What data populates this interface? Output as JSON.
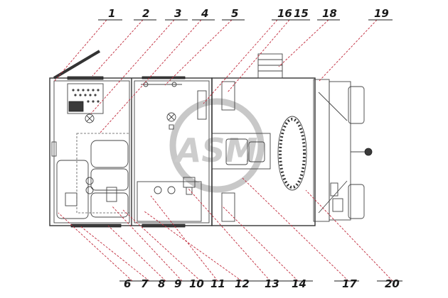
{
  "callouts": [
    {
      "id": "1",
      "label": "1"
    },
    {
      "id": "2",
      "label": "2"
    },
    {
      "id": "3",
      "label": "3"
    },
    {
      "id": "4",
      "label": "4"
    },
    {
      "id": "5",
      "label": "5"
    },
    {
      "id": "16",
      "label": "16"
    },
    {
      "id": "15",
      "label": "15"
    },
    {
      "id": "18",
      "label": "18"
    },
    {
      "id": "19",
      "label": "19"
    },
    {
      "id": "6",
      "label": "6"
    },
    {
      "id": "7",
      "label": "7"
    },
    {
      "id": "8",
      "label": "8"
    },
    {
      "id": "9",
      "label": "9"
    },
    {
      "id": "10",
      "label": "10"
    },
    {
      "id": "11",
      "label": "11"
    },
    {
      "id": "12",
      "label": "12"
    },
    {
      "id": "13",
      "label": "13"
    },
    {
      "id": "14",
      "label": "14"
    },
    {
      "id": "17",
      "label": "17"
    },
    {
      "id": "20",
      "label": "20"
    }
  ],
  "watermark": {
    "text": "ASM"
  },
  "colors": {
    "leader": "#c0283a",
    "outline": "#333333",
    "watermark": "#c8c8c8"
  }
}
